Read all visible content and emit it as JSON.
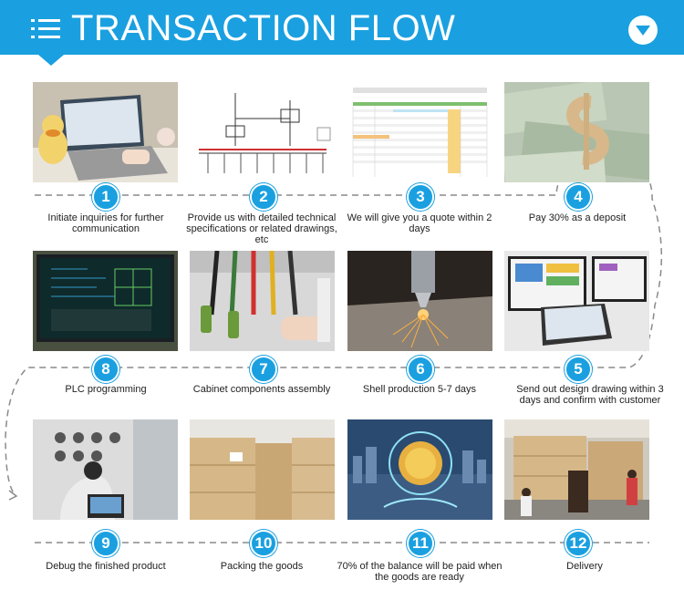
{
  "header": {
    "title": "TRANSACTION FLOW",
    "menu_icon": "menu-icon",
    "action_icon": "chevron-down-icon"
  },
  "colors": {
    "accent": "#1aa0e0",
    "connector": "#8a8a8a"
  },
  "steps": [
    {
      "number": "1",
      "caption": "Initiate inquiries for further communication",
      "photo": "laptop-with-plush-toy"
    },
    {
      "number": "2",
      "caption": "Provide us with detailed technical specifications or related drawings, etc",
      "photo": "electrical-schematic"
    },
    {
      "number": "3",
      "caption": "We will give you a quote within 2 days",
      "photo": "quotation-sheet"
    },
    {
      "number": "4",
      "caption": "Pay 30% as a deposit",
      "photo": "dollar-bills"
    },
    {
      "number": "5",
      "caption": "Send out design drawing within 3 days and confirm with customer",
      "photo": "design-monitors"
    },
    {
      "number": "6",
      "caption": "Shell production 5-7 days",
      "photo": "laser-cutting"
    },
    {
      "number": "7",
      "caption": "Cabinet components assembly",
      "photo": "wiring-assembly"
    },
    {
      "number": "8",
      "caption": "PLC programming",
      "photo": "plc-monitor"
    },
    {
      "number": "9",
      "caption": "Debug the finished product",
      "photo": "debug-cabinet"
    },
    {
      "number": "10",
      "caption": "Packing the goods",
      "photo": "wooden-crates"
    },
    {
      "number": "11",
      "caption": "70% of the balance will be paid when the goods are ready",
      "photo": "digital-coin"
    },
    {
      "number": "12",
      "caption": "Delivery",
      "photo": "shipping-crates"
    }
  ]
}
